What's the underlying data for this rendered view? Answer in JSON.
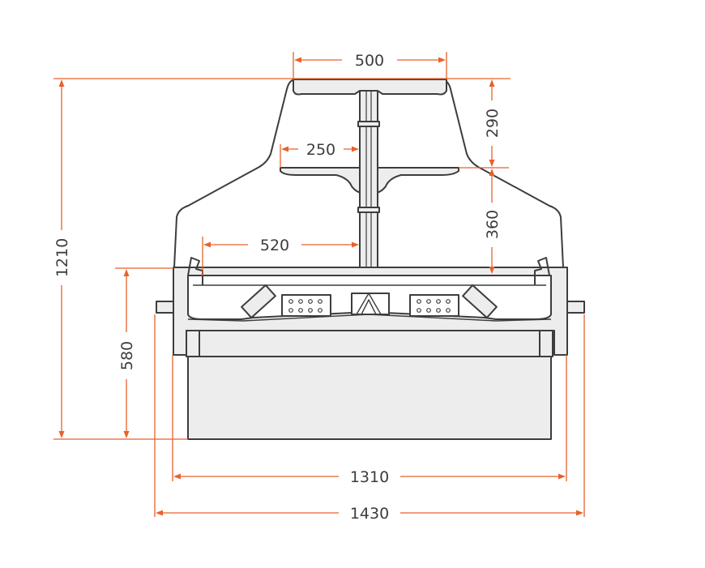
{
  "colors": {
    "dimension": "#e8622c",
    "outline": "#3d3d3d",
    "fill": "#ededed",
    "text": "#3d3d3d"
  },
  "dimensions": {
    "top_shelf_width": "500",
    "middle_shelf_width": "250",
    "upper_height": "290",
    "middle_height": "360",
    "overall_height": "1210",
    "half_width": "520",
    "base_height": "580",
    "body_width": "1310",
    "total_width": "1430"
  }
}
